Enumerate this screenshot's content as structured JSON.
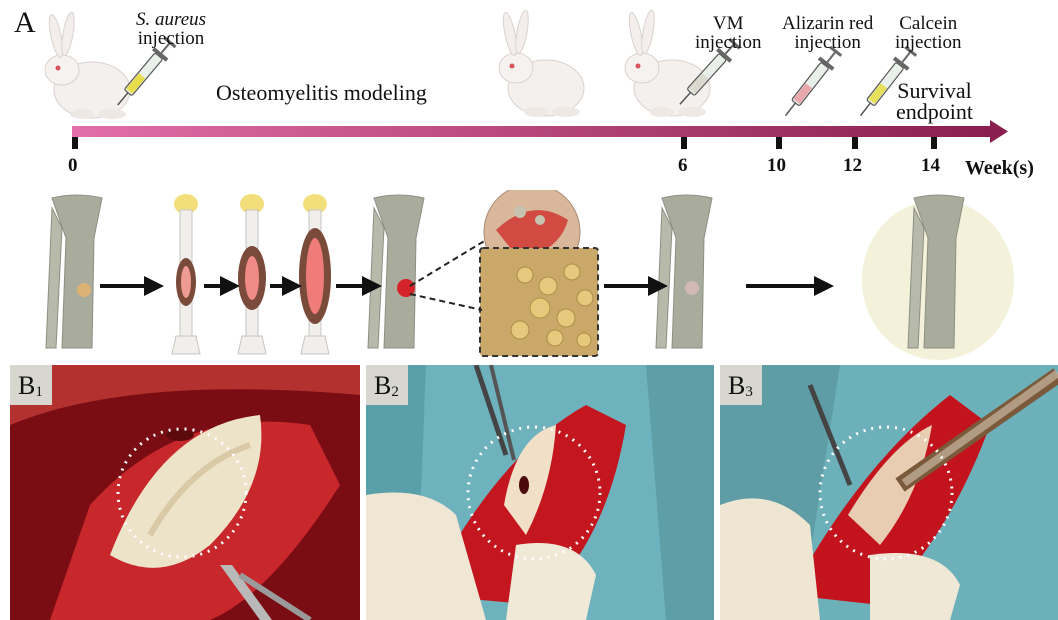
{
  "panel_a": {
    "letter": "A",
    "aureus_label_italic": "S. aureus",
    "aureus_label_rest": "injection",
    "vm_label_1": "VM",
    "vm_label_2": "injection",
    "alizarin_label_1": "Alizarin red",
    "alizarin_label_2": "injection",
    "calcein_label_1": "Calcein",
    "calcein_label_2": "injection",
    "modeling_label": "Osteomyelitis modeling",
    "endpoint_label_1": "Survival",
    "endpoint_label_2": "endpoint",
    "axis_label": "Week(s)",
    "ticks": [
      "0",
      "6",
      "10",
      "12",
      "14"
    ]
  },
  "panel_b": [
    {
      "letter": "B",
      "index": "1"
    },
    {
      "letter": "B",
      "index": "2"
    },
    {
      "letter": "B",
      "index": "3"
    }
  ],
  "colors": {
    "timeline_start": "#e16fa6",
    "timeline_end": "#8a1e4e",
    "bone": "#a8ab9c",
    "tissue": "#c2151f",
    "drape": "#6fb3bd",
    "glove": "#f1ead8"
  }
}
